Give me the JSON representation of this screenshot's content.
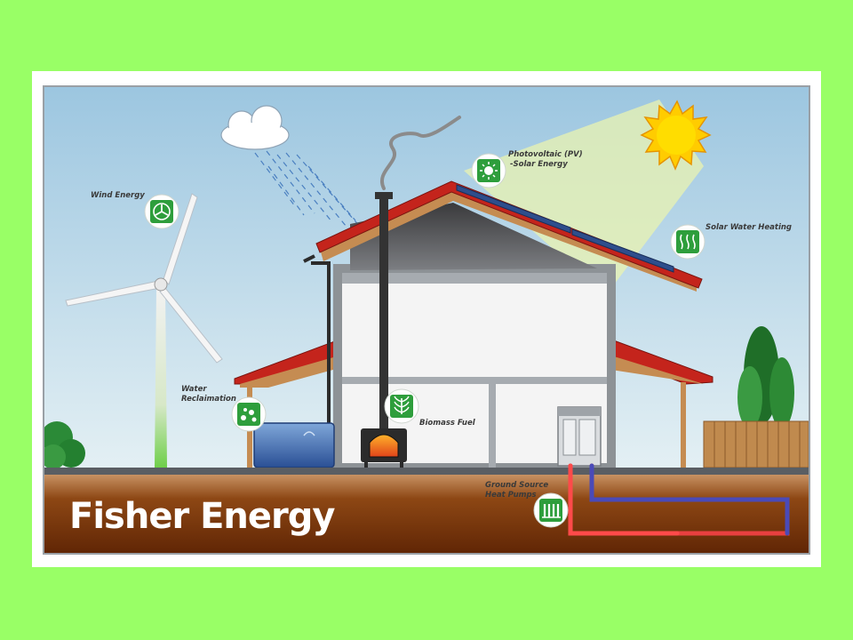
{
  "brand": {
    "name": "Fisher Energy"
  },
  "labels": {
    "wind": "Wind Energy",
    "pv_line1": "Photovoltaic (PV)",
    "pv_line2": "-Solar Energy",
    "solar_water": "Solar Water Heating",
    "water_line1": "Water",
    "water_line2": "Reclaimation",
    "biomass": "Biomass Fuel",
    "ground_line1": "Ground Source",
    "ground_line2": "Heat Pumps"
  },
  "icons": {
    "wind": "wind-turbine-icon",
    "pv": "sun-panel-icon",
    "solar_water": "heat-waves-icon",
    "water": "water-drops-icon",
    "biomass": "leaf-icon",
    "ground": "radiator-icon"
  },
  "colors": {
    "page_bg": "#99ff66",
    "sky": "#a7cfe6",
    "ground": "#7a3608",
    "icon_green": "#2e9e3c",
    "roof_red": "#c4241c"
  }
}
